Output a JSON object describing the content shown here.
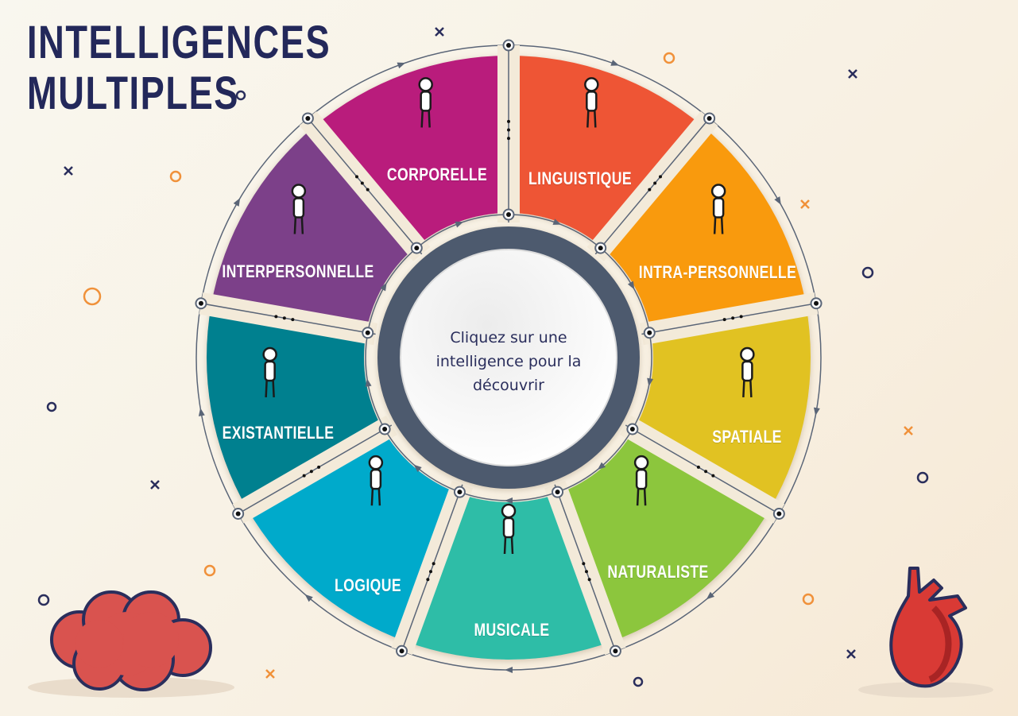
{
  "title": {
    "line1": "INTELLIGENCES",
    "line2": "MULTIPLES"
  },
  "center": {
    "prompt": "Cliquez sur une intelligence pour la découvrir"
  },
  "segments": [
    {
      "label": "CORPORELLE",
      "color": "#b91d7b",
      "icon": "skateboarder-icon"
    },
    {
      "label": "LINGUISTIQUE",
      "color": "#ee5535",
      "icon": "theater-speaker-icon"
    },
    {
      "label": "INTRA-PERSONNELLE",
      "color": "#f99a0d",
      "icon": "thinking-person-icon"
    },
    {
      "label": "SPATIALE",
      "color": "#e1c221",
      "icon": "hiker-mountains-icon"
    },
    {
      "label": "NATURALISTE",
      "color": "#8cc63e",
      "icon": "gardener-watering-icon"
    },
    {
      "label": "MUSICALE",
      "color": "#2fbda7",
      "icon": "guitarist-icon"
    },
    {
      "label": "LOGIQUE",
      "color": "#00aacb",
      "icon": "idea-person-icon"
    },
    {
      "label": "EXISTANTIELLE",
      "color": "#00808f",
      "icon": "stargazer-icon"
    },
    {
      "label": "INTERPERSONNELLE",
      "color": "#7c4189",
      "icon": "group-hug-icon"
    }
  ],
  "colors": {
    "title": "#23285a",
    "ring": "#4d5a6e",
    "line": "#5a6577",
    "orange": "#f0913a"
  }
}
